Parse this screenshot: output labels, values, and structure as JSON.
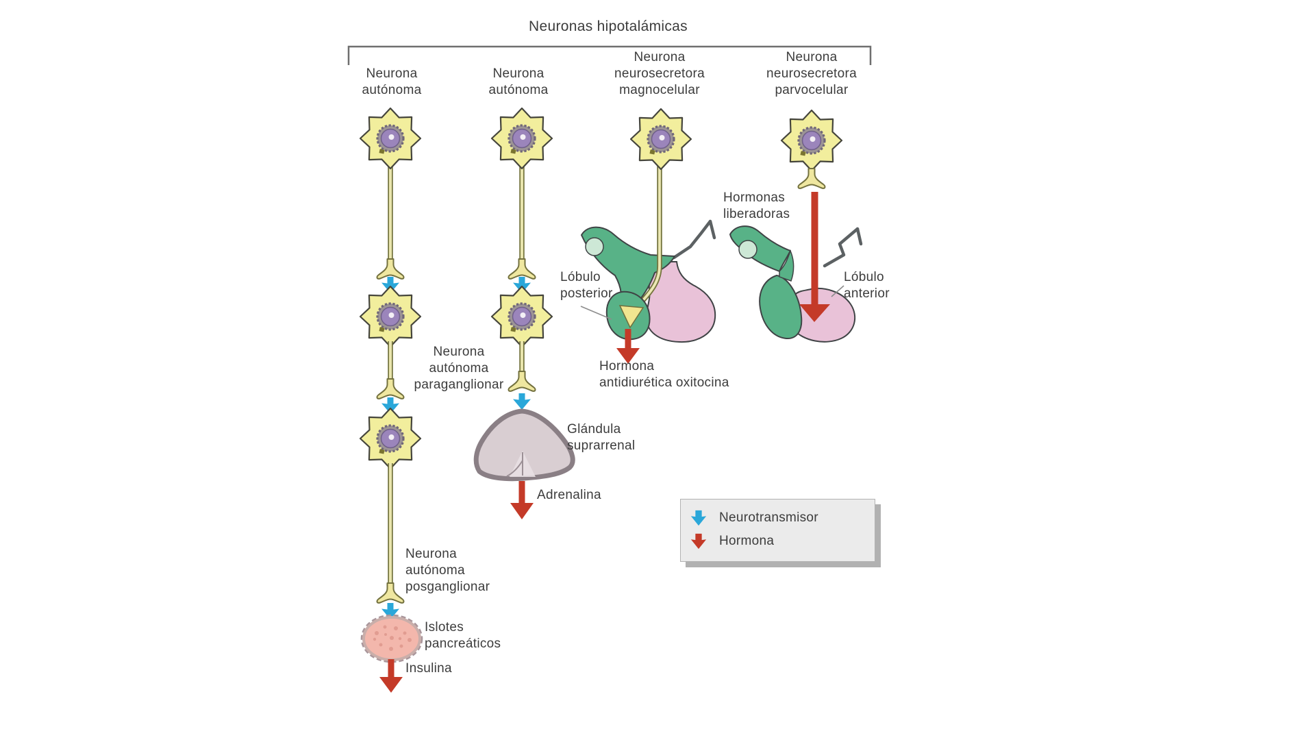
{
  "diagram": {
    "title": "Neuronas hipotalámicas",
    "column_headers": {
      "col1": "Neurona\nautónoma",
      "col2": "Neurona\nautónoma",
      "col3": "Neurona\nneurosecretora\nmagnocelular",
      "col4": "Neurona\nneurosecretora\nparvocelular"
    },
    "labels": {
      "neurona_autonoma_paraganglionar": "Neurona\nautónoma\nparaganglionar",
      "lobulo_posterior": "Lóbulo\nposterior",
      "hormona_antidiuretica_oxitocina": "Hormona\nantidiurética oxitocina",
      "hormonas_liberadoras": "Hormonas\nliberadoras",
      "lobulo_anterior": "Lóbulo\nanterior",
      "glandula_suprarrenal": "Glándula\nsuprarrenal",
      "adrenalina": "Adrenalina",
      "neurona_autonoma_posganglionar": "Neurona\nautónoma\nposganglionar",
      "islotes_pancreaticos": "Islotes\npancreáticos",
      "insulina": "Insulina"
    },
    "legend": {
      "items": [
        {
          "icon": "blue-down-arrow-icon",
          "label": "Neurotransmisor",
          "color": "#2aa7d9"
        },
        {
          "icon": "red-down-arrow-icon",
          "label": "Hormona",
          "color": "#c43a28"
        }
      ]
    },
    "colors": {
      "neurotransmitter_arrow": "#2aa7d9",
      "hormone_arrow": "#c43a28",
      "neuron_body": "#f2ee9d",
      "neuron_nucleus": "#9b85bb",
      "axon": "#e9e5ad",
      "gland_green": "#58b287",
      "pituitary_pink": "#e9c2d8",
      "adrenal_gray": "#d9ced2",
      "islet_pink": "#f3b7ac",
      "text": "#3c3c3c"
    }
  }
}
